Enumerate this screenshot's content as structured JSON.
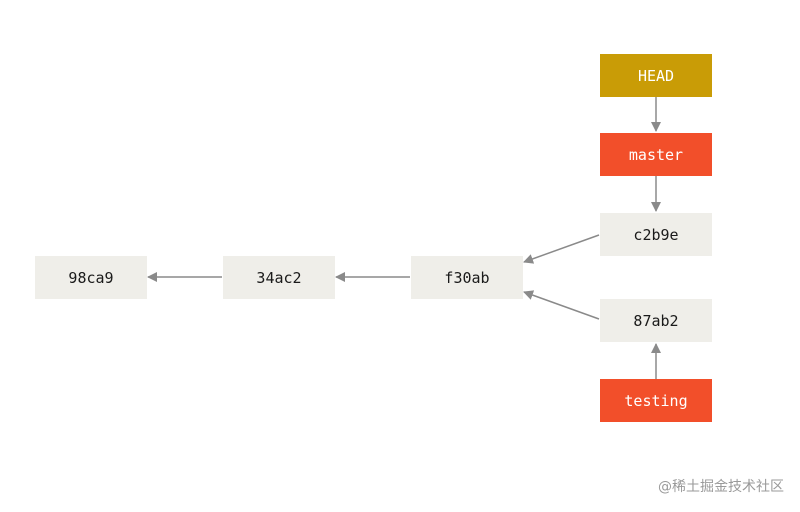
{
  "commits": {
    "c98ca9": "98ca9",
    "c34ac2": "34ac2",
    "cf30ab": "f30ab",
    "cc2b9e": "c2b9e",
    "c87ab2": "87ab2"
  },
  "refs": {
    "head": "HEAD",
    "master": "master",
    "testing": "testing"
  },
  "colors": {
    "commit_fill": "#efeee9",
    "head_fill": "#c99c06",
    "branch_fill": "#f24f2a",
    "arrow": "#8a8a8a"
  },
  "watermark": "@稀土掘金技术社区"
}
